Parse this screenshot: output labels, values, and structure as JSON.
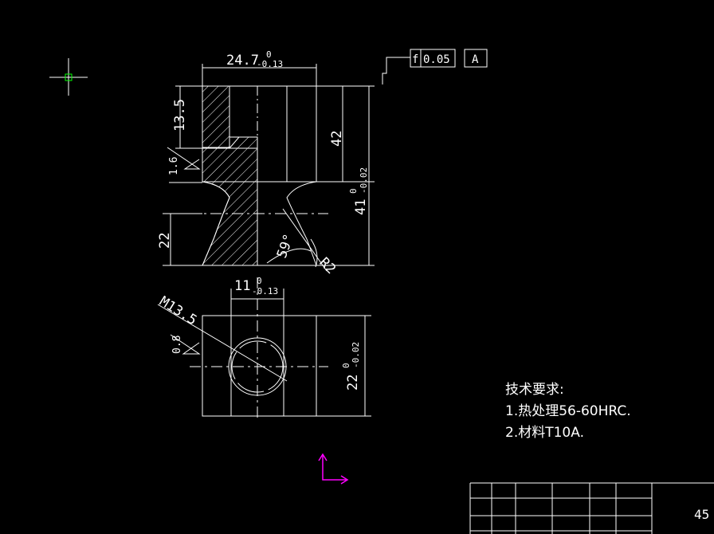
{
  "drawing": {
    "dims": {
      "width_top": {
        "base": "24.7",
        "upper": "0",
        "lower": "-0.13"
      },
      "height_upper": "13.5",
      "height_bore": "42",
      "height_total": {
        "base": "41",
        "upper": "0",
        "lower": "-0.02"
      },
      "height_lower": "22",
      "angle": "59°",
      "radius": "R2",
      "roughness_top": "1.6",
      "width_slot": {
        "base": "11",
        "upper": "0",
        "lower": "-0.13"
      },
      "thread": "M13.5",
      "roughness_bottom": "0.8",
      "height_bottom": {
        "base": "22",
        "upper": "0",
        "lower": "-0.02"
      }
    },
    "gdt": {
      "symbol": "f",
      "tolerance": "0.05",
      "datum": "A"
    },
    "notes": {
      "title": "技术要求:",
      "line1": "1.热处理56-60HRC.",
      "line2": "2.材料T10A."
    },
    "title_block": {
      "scale_number": "45"
    },
    "colors": {
      "background": "#000000",
      "lines": "#ffffff",
      "crosshair": "#00ff00",
      "ucs": "#ff00ff"
    }
  }
}
